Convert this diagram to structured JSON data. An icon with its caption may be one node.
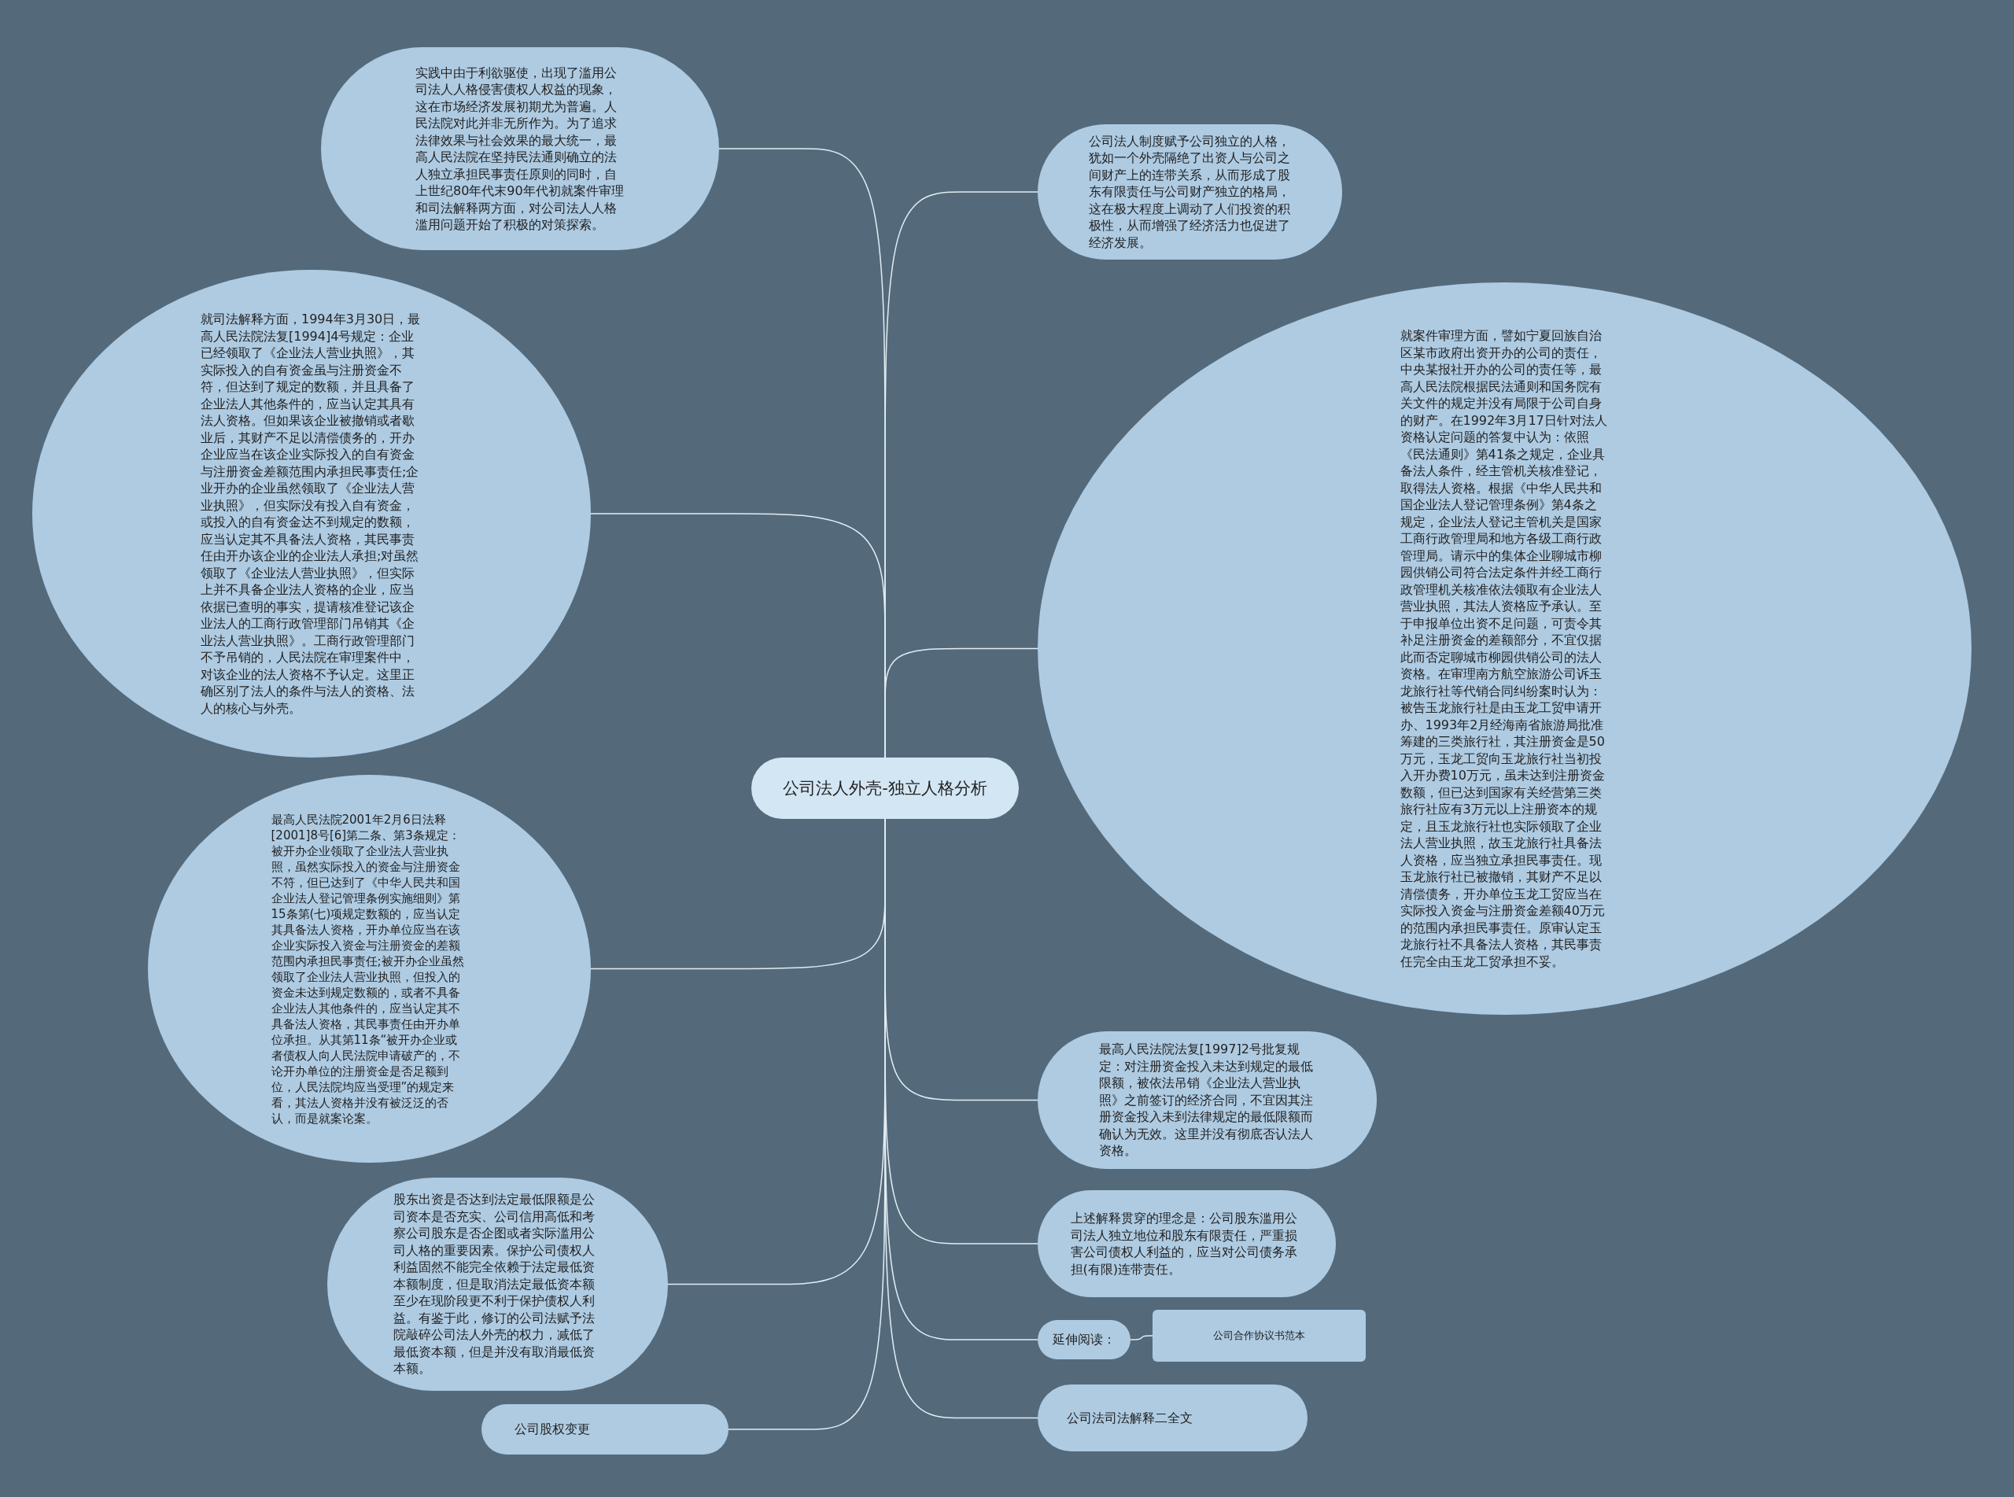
{
  "diagram": {
    "nodes": [
      {
        "text": [
          "公司法人外壳-独立人格分析"
        ]
      },
      {
        "text": [
          "实践中由于利欲驱使，出现了滥用公司法人人格侵害债权人权益的现象，这在市场经济发展初期尤为普遍。人民法院对此并非无所作为。为了追求法律效果与社会效果的最大统一，最高人民法院在坚持民法通则确立的法人独立承担民事责任原则的同时，自上世纪80年代末90年代初就案件审理和司法解释两方面，对公司法人人格滥用问题开始了积极的对策探索。"
        ]
      },
      {
        "text": [
          "就司法解释方面，1994年3月30日，最高人民法院法复[1994]4号规定：企业已经领取了《企业法人营业执照》，其实际投入的自有资金虽与注册资金不符，但达到了规定的数额，并且具备了企业法人其他条件的，应当认定其具有法人资格。但如果该企业被撤销或者歇业后，其财产不足以清偿债务的，开办企业应当在该企业实际投入的自有资金与注册资金差额范围内承担民事责任;企业开办的企业虽然领取了《企业法人营业执照》，但实际没有投入自有资金，或投入的自有资金达不到规定的数额，应当认定其不具备法人资格，其民事责任由开办该企业的企业法人承担;对虽然领取了《企业法人营业执照》，但实际上并不具备企业法人资格的企业，应当依据已查明的事实，提请核准登记该企业法人的工商行政管理部门吊销其《企业法人营业执照》。工商行政管理部门不予吊销的，人民法院在审理案件中，对该企业的法人资格不予认定。这里正确区别了法人的条件与法人的资格、法人的核心与外壳。"
        ]
      },
      {
        "text": [
          "最高人民法院2001年2月6日法释[2001]8号[6]第二条、第3条规定：被开办企业领取了企业法人营业执照，虽然实际投入的资金与注册资金不符，但已达到了《中华人民共和国企业法人登记管理条例实施细则》第15条第(七)项规定数额的，应当认定其具备法人资格，开办单位应当在该企业实际投入资金与注册资金的差额范围内承担民事责任;被开办企业虽然领取了企业法人营业执照，但投入的资金未达到规定数额的，或者不具备企业法人其他条件的，应当认定其不具备法人资格，其民事责任由开办单位承担。从其第11条“被开办企业或者债权人向人民法院申请破产的，不论开办单位的注册资金是否足额到位，人民法院均应当受理”的规定来看，其法人资格并没有被泛泛的否认，而是就案论案。"
        ]
      },
      {
        "text": [
          "股东出资是否达到法定最低限额是公司资本是否充实、公司信用高低和考察公司股东是否企图或者实际滥用公司人格的重要因素。保护公司债权人利益固然不能完全依赖于法定最低资本额制度，但是取消法定最低资本额至少在现阶段更不利于保护债权人利益。有鉴于此，修订的公司法赋予法院敲碎公司法人外壳的权力，减低了最低资本额，但是并没有取消最低资本额。"
        ]
      },
      {
        "text": [
          "公司股权变更"
        ]
      },
      {
        "text": [
          "公司法人制度赋予公司独立的人格，犹如一个外壳隔绝了出资人与公司之间财产上的连带关系，从而形成了股东有限责任与公司财产独立的格局，这在极大程度上调动了人们投资的积极性，从而增强了经济活力也促进了经济发展。"
        ]
      },
      {
        "text": [
          "就案件审理方面，譬如宁夏回族自治区某市政府出资开办的公司的责任，中央某报社开办的公司的责任等，最高人民法院根据民法通则和国务院有关文件的规定并没有局限于公司自身的财产。在1992年3月17日针对法人资格认定问题的答复中认为：依照《民法通则》第41条之规定，企业具备法人条件，经主管机关核准登记，取得法人资格。根据《中华人民共和国企业法人登记管理条例》第4条之规定，企业法人登记主管机关是国家工商行政管理局和地方各级工商行政管理局。请示中的集体企业聊城市柳园供销公司符合法定条件并经工商行政管理机关核准依法领取有企业法人营业执照，其法人资格应予承认。至于申报单位出资不足问题，可责令其补足注册资金的差额部分，不宜仅据此而否定聊城市柳园供销公司的法人资格。在审理南方航空旅游公司诉玉龙旅行社等代销合同纠纷案时认为：被告玉龙旅行社是由玉龙工贸申请开办、1993年2月经海南省旅游局批准筹建的三类旅行社，其注册资金是50万元，玉龙工贸向玉龙旅行社当初投入开办费10万元，虽未达到注册资金数额，但已达到国家有关经营第三类旅行社应有3万元以上注册资本的规定，且玉龙旅行社也实际领取了企业法人营业执照，故玉龙旅行社具备法人资格，应当独立承担民事责任。现玉龙旅行社已被撤销，其财产不足以清偿债务，开办单位玉龙工贸应当在实际投入资金与注册资金差额40万元的范围内承担民事责任。原审认定玉龙旅行社不具备法人资格，其民事责任完全由玉龙工贸承担不妥。"
        ]
      },
      {
        "text": [
          "最高人民法院法复[1997]2号批复规定：对注册资金投入未达到规定的最低限额，被依法吊销《企业法人营业执照》之前签订的经济合同，不宜因其注册资金投入未到法律规定的最低限额而确认为无效。这里并没有彻底否认法人资格。"
        ]
      },
      {
        "text": [
          "上述解释贯穿的理念是：公司股东滥用公司法人独立地位和股东有限责任，严重损害公司债权人利益的，应当对公司债务承担(有限)连带责任。"
        ]
      },
      {
        "text": [
          "延伸阅读："
        ]
      },
      {
        "text": [
          "公司合作协议书范本"
        ]
      },
      {
        "text": [
          "公司法司法解释二全文"
        ]
      }
    ],
    "edges": [
      {
        "from": 0,
        "to": 1,
        "arrow": "none"
      },
      {
        "from": 0,
        "to": 2,
        "arrow": "none"
      },
      {
        "from": 0,
        "to": 3,
        "arrow": "none"
      },
      {
        "from": 0,
        "to": 4,
        "arrow": "none"
      },
      {
        "from": 0,
        "to": 5,
        "arrow": "none"
      },
      {
        "from": 0,
        "to": 6,
        "arrow": "none"
      },
      {
        "from": 0,
        "to": 7,
        "arrow": "none"
      },
      {
        "from": 0,
        "to": 8,
        "arrow": "none"
      },
      {
        "from": 0,
        "to": 9,
        "arrow": "none"
      },
      {
        "from": 0,
        "to": 10,
        "arrow": "none"
      },
      {
        "from": 10,
        "to": 11,
        "arrow": "none"
      },
      {
        "from": 0,
        "to": 12,
        "arrow": "none"
      }
    ]
  }
}
